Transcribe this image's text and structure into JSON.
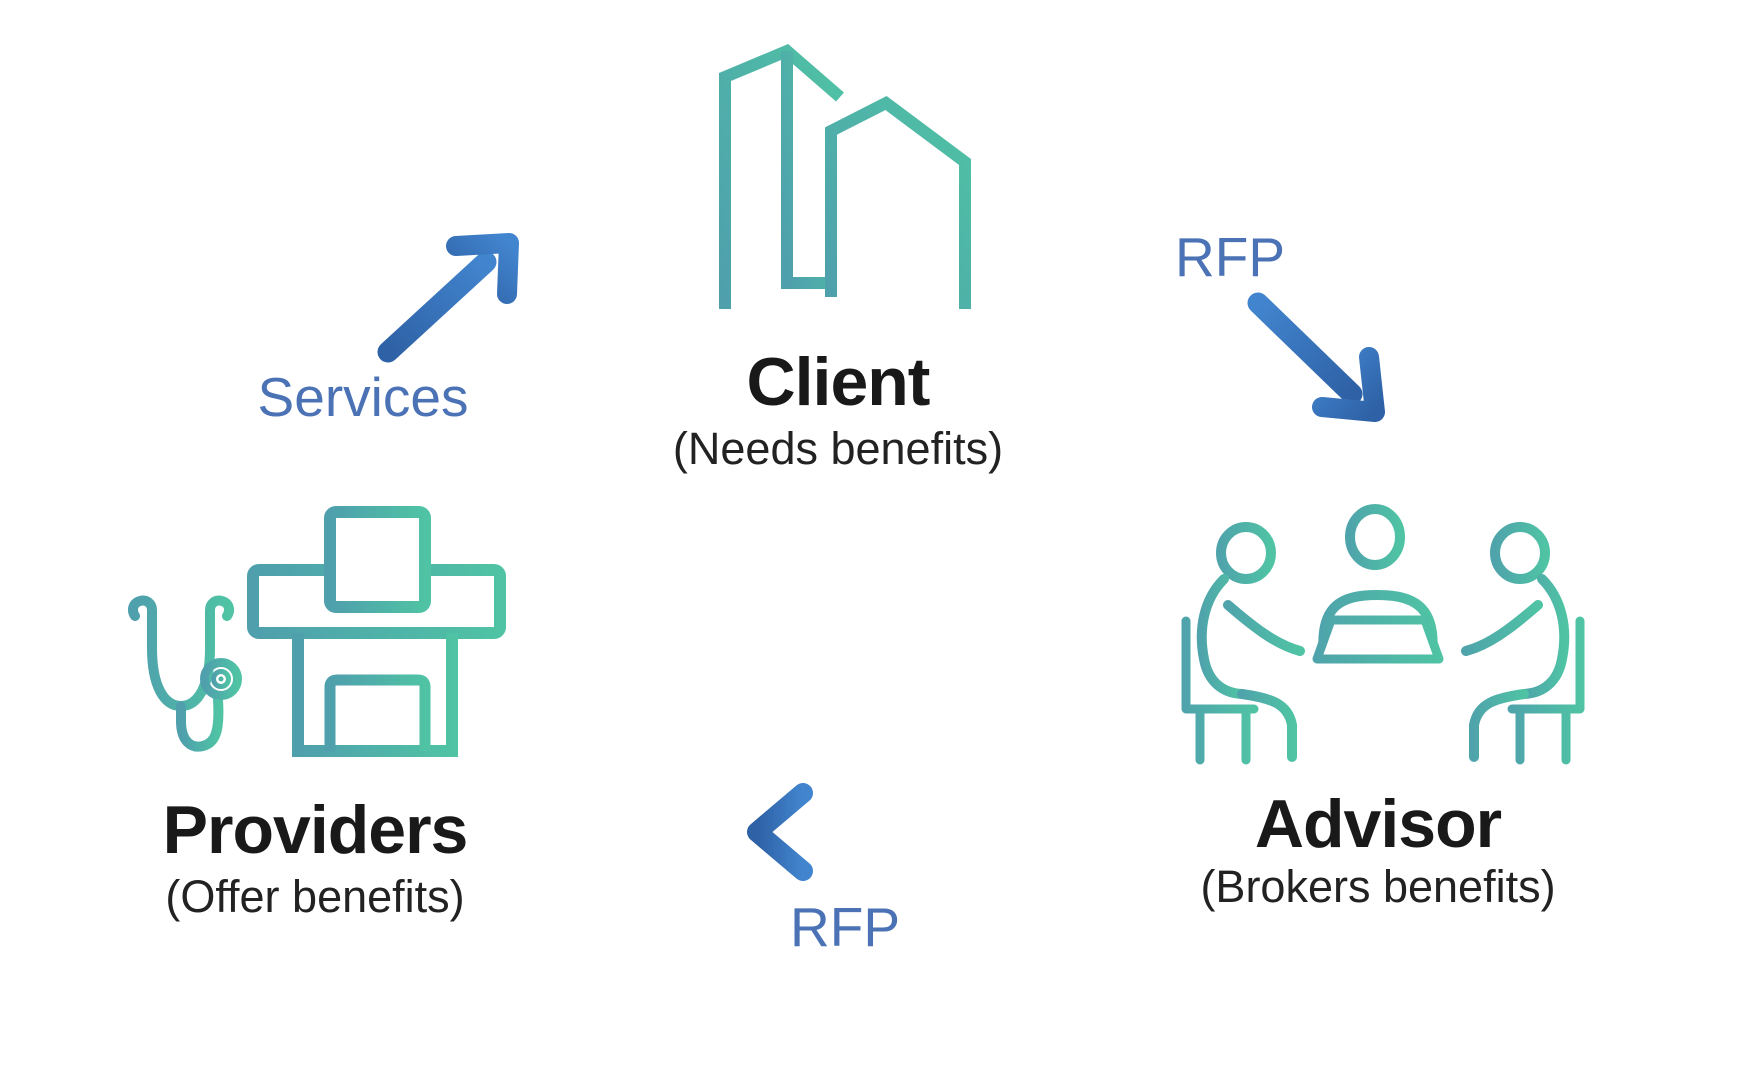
{
  "diagram": {
    "type": "cycle-flow",
    "background": "#ffffff",
    "nodes": {
      "client": {
        "title": "Client",
        "subtitle": "(Needs benefits)",
        "icon": "office-buildings-icon"
      },
      "advisor": {
        "title": "Advisor",
        "subtitle": "(Brokers benefits)",
        "icon": "meeting-table-icon"
      },
      "providers": {
        "title": "Providers",
        "subtitle": "(Offer benefits)",
        "icon": "hospital-stethoscope-icon"
      }
    },
    "edges": {
      "providers_to_client": {
        "label": "Services",
        "direction": "up-right"
      },
      "client_to_advisor": {
        "label": "RFP",
        "direction": "down-right"
      },
      "advisor_to_providers": {
        "label": "RFP",
        "direction": "left"
      }
    },
    "colors": {
      "title_text": "#191919",
      "subtitle_text": "#222222",
      "edge_label_blue": "#4a72b5",
      "arrow_blue_dark": "#2e61a5",
      "arrow_blue_light": "#4285cf",
      "icon_teal_blue": "#4f9fad",
      "icon_teal_green": "#4fc3a4"
    }
  }
}
